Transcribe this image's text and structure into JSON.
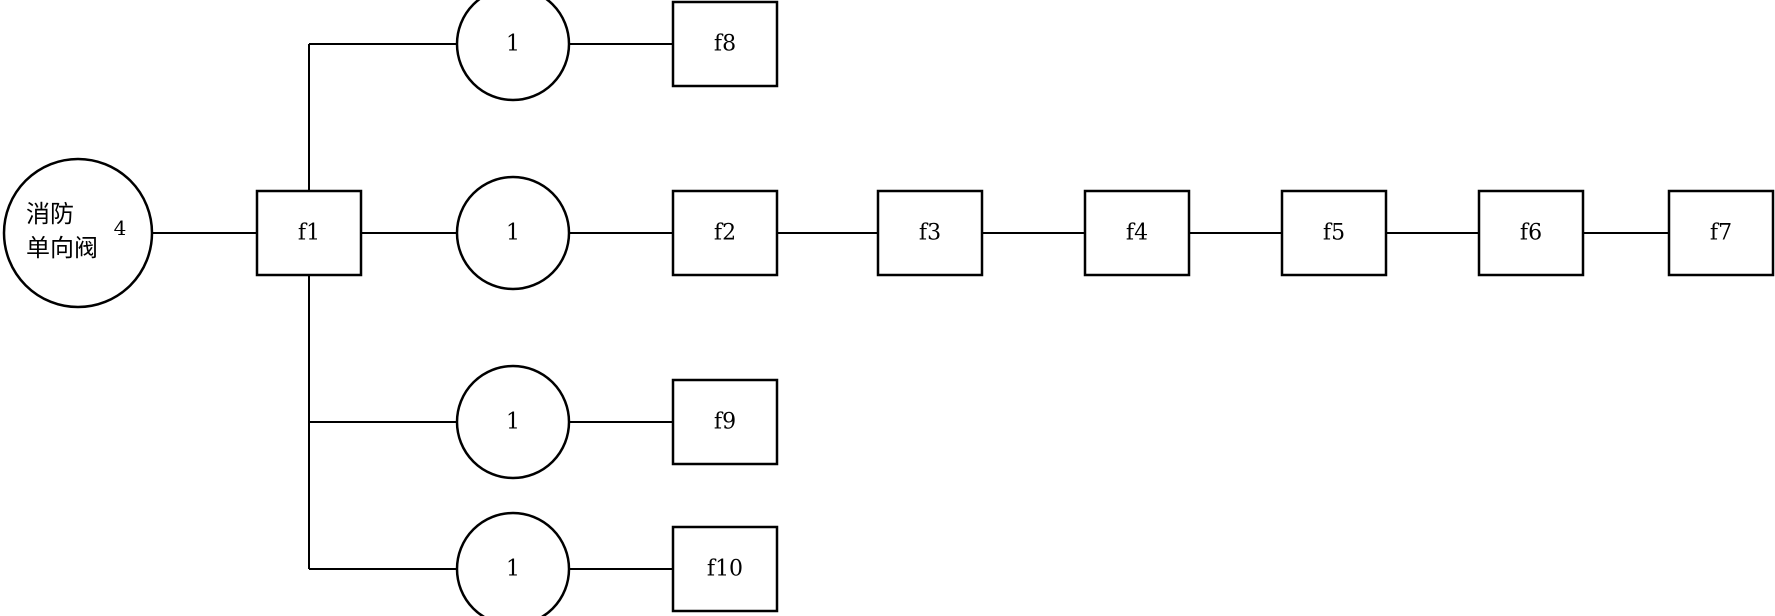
{
  "valve": {
    "line1": "消防",
    "line2": "单向阀",
    "number": "4"
  },
  "hub": {
    "label": "f1"
  },
  "branches": [
    {
      "node_label": "1",
      "end_label": "f8"
    },
    {
      "node_label": "1",
      "end_label": "f2"
    },
    {
      "node_label": "1",
      "end_label": "f9"
    },
    {
      "node_label": "1",
      "end_label": "f10"
    }
  ],
  "chain": [
    {
      "label": "f3"
    },
    {
      "label": "f4"
    },
    {
      "label": "f5"
    },
    {
      "label": "f6"
    },
    {
      "label": "f7"
    }
  ],
  "colors": {
    "stroke": "#000000",
    "background": "#ffffff"
  }
}
